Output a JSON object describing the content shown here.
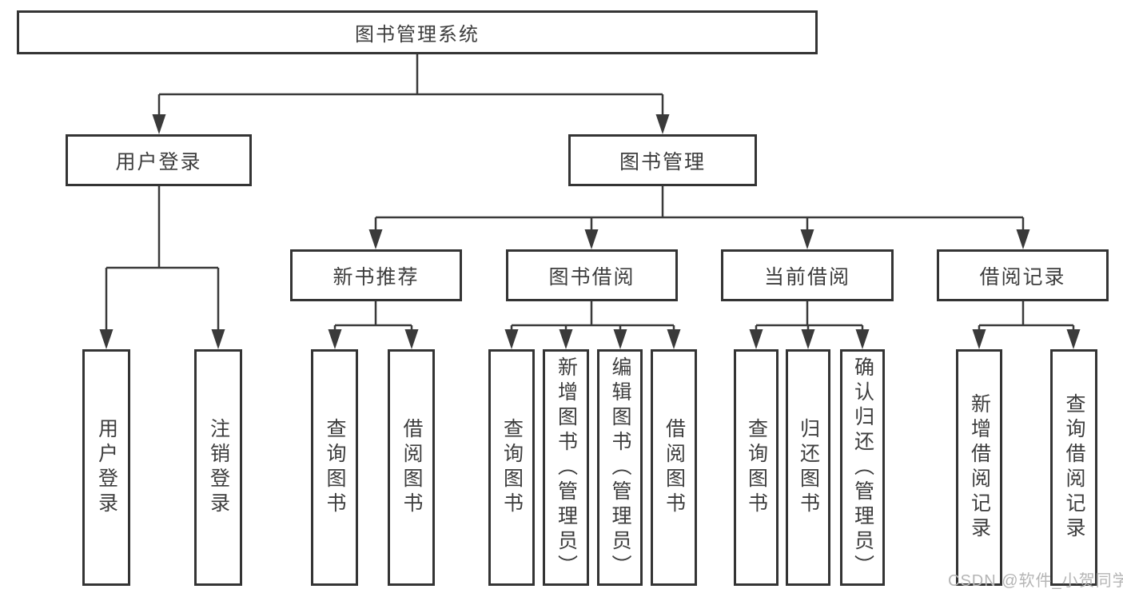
{
  "tree": {
    "root": {
      "label": "图书管理系统"
    },
    "branches": [
      {
        "label": "用户登录",
        "children": [
          {
            "label": "用户登录"
          },
          {
            "label": "注销登录"
          }
        ]
      },
      {
        "label": "图书管理",
        "children": [
          {
            "label": "新书推荐",
            "children": [
              {
                "label": "查询图书"
              },
              {
                "label": "借阅图书"
              }
            ]
          },
          {
            "label": "图书借阅",
            "children": [
              {
                "label": "查询图书"
              },
              {
                "label": "新增图书（管理员）"
              },
              {
                "label": "编辑图书（管理员）"
              },
              {
                "label": "借阅图书"
              }
            ]
          },
          {
            "label": "当前借阅",
            "children": [
              {
                "label": "查询图书"
              },
              {
                "label": "归还图书"
              },
              {
                "label": "确认归还（管理员）"
              }
            ]
          },
          {
            "label": "借阅记录",
            "children": [
              {
                "label": "新增借阅记录"
              },
              {
                "label": "查询借阅记录"
              }
            ]
          }
        ]
      }
    ]
  },
  "watermark": "CSDN @软件_小贺同学",
  "colors": {
    "line": "#3a3a3a",
    "box_border": "#343434",
    "box_fill": "#ffffff",
    "text": "#3d3d3d",
    "watermark": "#b5b5b5"
  }
}
